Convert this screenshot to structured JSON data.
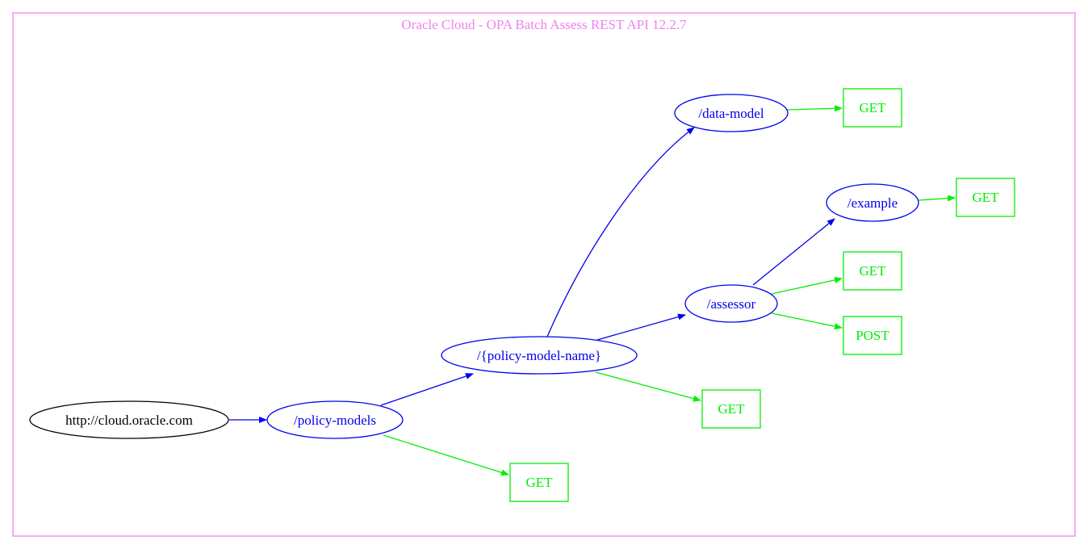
{
  "title": "Oracle Cloud - OPA Batch Assess REST API 12.2.7",
  "colors": {
    "frame": "#ee82ee",
    "root": "#000000",
    "resource": "#0000ee",
    "method": "#00ee00",
    "background": "#ffffff"
  },
  "nodes": {
    "root": {
      "label": "http://cloud.oracle.com"
    },
    "policy_models": {
      "label": "/policy-models"
    },
    "policy_models_get": {
      "label": "GET"
    },
    "policy_model_name": {
      "label": "/{policy-model-name}"
    },
    "policy_model_name_get": {
      "label": "GET"
    },
    "data_model": {
      "label": "/data-model"
    },
    "data_model_get": {
      "label": "GET"
    },
    "assessor": {
      "label": "/assessor"
    },
    "assessor_get": {
      "label": "GET"
    },
    "assessor_post": {
      "label": "POST"
    },
    "example": {
      "label": "/example"
    },
    "example_get": {
      "label": "GET"
    }
  },
  "edges": [
    {
      "from": "root",
      "to": "policy_models",
      "kind": "resource"
    },
    {
      "from": "policy_models",
      "to": "policy_model_name",
      "kind": "resource"
    },
    {
      "from": "policy_models",
      "to": "policy_models_get",
      "kind": "method"
    },
    {
      "from": "policy_model_name",
      "to": "data_model",
      "kind": "resource"
    },
    {
      "from": "policy_model_name",
      "to": "assessor",
      "kind": "resource"
    },
    {
      "from": "policy_model_name",
      "to": "policy_model_name_get",
      "kind": "method"
    },
    {
      "from": "data_model",
      "to": "data_model_get",
      "kind": "method"
    },
    {
      "from": "assessor",
      "to": "example",
      "kind": "resource"
    },
    {
      "from": "assessor",
      "to": "assessor_get",
      "kind": "method"
    },
    {
      "from": "assessor",
      "to": "assessor_post",
      "kind": "method"
    },
    {
      "from": "example",
      "to": "example_get",
      "kind": "method"
    }
  ]
}
